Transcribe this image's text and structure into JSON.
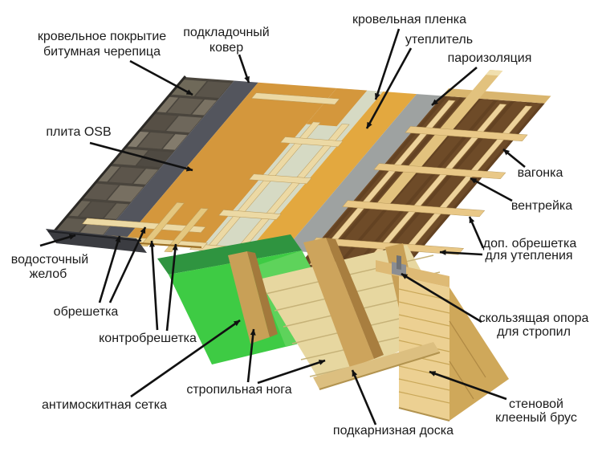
{
  "diagram": {
    "description": "roof construction layers cutaway",
    "labels": [
      {
        "id": "shingles",
        "lines": [
          "кровельное покрытие",
          "битумная черепица"
        ]
      },
      {
        "id": "underlay-carpet",
        "lines": [
          "подкладочный",
          "ковер"
        ]
      },
      {
        "id": "roof-film",
        "lines": [
          "кровельная пленка"
        ]
      },
      {
        "id": "insulation",
        "lines": [
          "утеплитель"
        ]
      },
      {
        "id": "vapor-barrier",
        "lines": [
          "пароизоляция"
        ]
      },
      {
        "id": "osb-board",
        "lines": [
          "плита OSB"
        ]
      },
      {
        "id": "gutter",
        "lines": [
          "водосточный",
          "желоб"
        ]
      },
      {
        "id": "lathing",
        "lines": [
          "обрешетка"
        ]
      },
      {
        "id": "counter-lathing",
        "lines": [
          "контробрешетка"
        ]
      },
      {
        "id": "mosquito-net",
        "lines": [
          "антимоскитная сетка"
        ]
      },
      {
        "id": "rafter-leg",
        "lines": [
          "стропильная нога"
        ]
      },
      {
        "id": "eaves-board",
        "lines": [
          "подкарнизная доска"
        ]
      },
      {
        "id": "wall-beam",
        "lines": [
          "стеновой",
          "клееный брус"
        ]
      },
      {
        "id": "sliding-support",
        "lines": [
          "скользящая опора",
          "для стропил"
        ]
      },
      {
        "id": "extra-lathing",
        "lines": [
          "доп. обрешетка",
          "для утепления"
        ]
      },
      {
        "id": "vent-batten",
        "lines": [
          "вентрейка"
        ]
      },
      {
        "id": "wood-lining",
        "lines": [
          "вагонка"
        ]
      }
    ],
    "colors": {
      "background": "#ffffff",
      "label_text": "#1b1b1b",
      "arrow": "#111111",
      "shingles_dark": "#4a453d",
      "underlay_slate": "#53555d",
      "osb_orange": "#d4973c",
      "film_pale": "#d6dac4",
      "insulation_yellow": "#e3a83f",
      "vapor_grey": "#9ea2a1",
      "lining_brown": "#6e4b28",
      "batten_tan": "#ecd9a4",
      "mesh_green": "#3ecb44",
      "timber_tan": "#ecd092",
      "gutter_dark": "#3b3c41"
    }
  }
}
